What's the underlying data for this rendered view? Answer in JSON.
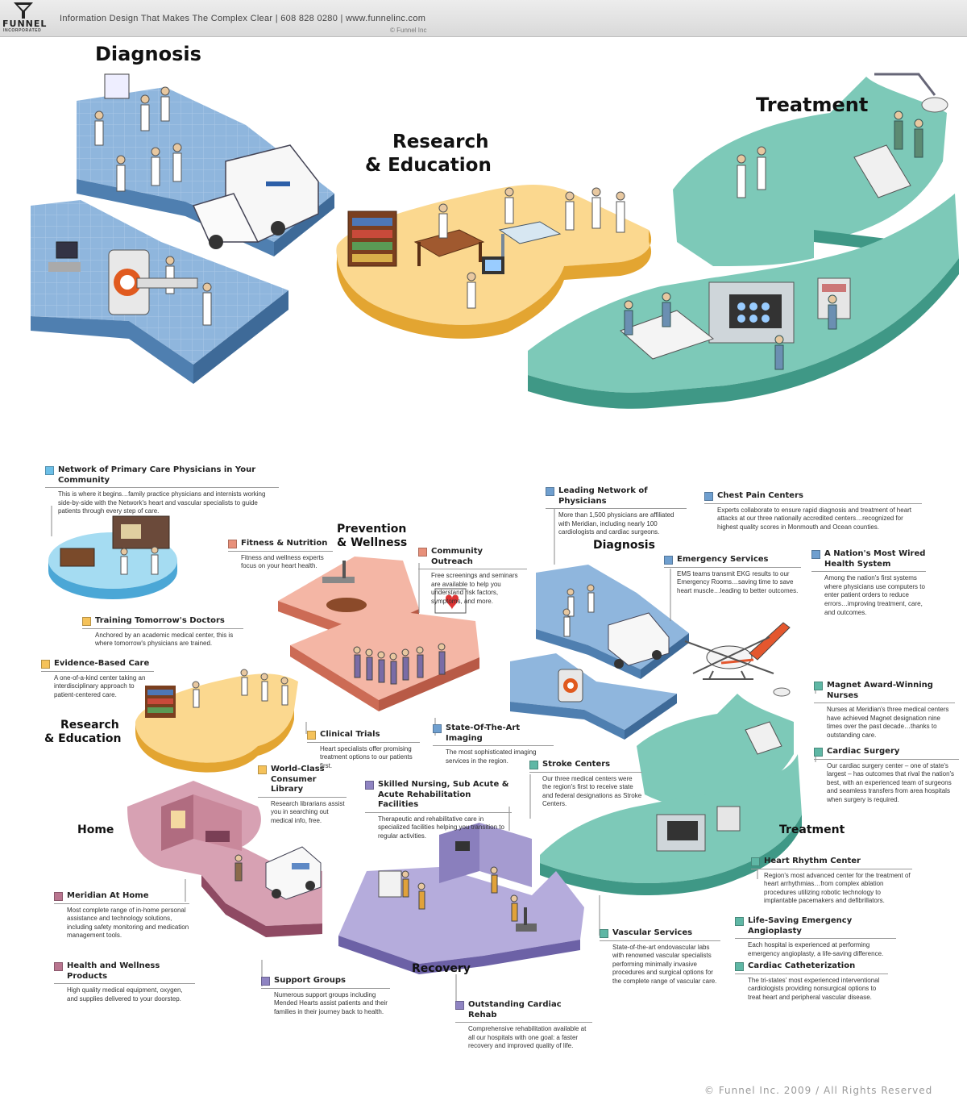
{
  "header": {
    "logo_word": "FUNNEL",
    "logo_sub": "INCORPORATED",
    "tagline": "Information Design That Makes The Complex Clear  |  608 828 0280  |  www.funnelinc.com",
    "copyright_small": "© Funnel Inc"
  },
  "top_titles": {
    "diagnosis": "Diagnosis",
    "research_line1": "Research",
    "research_line2": "& Education",
    "treatment": "Treatment"
  },
  "map_titles": {
    "prevention_line1": "Prevention",
    "prevention_line2": "& Wellness",
    "diagnosis": "Diagnosis",
    "research_line1": "Research",
    "research_line2": "& Education",
    "home": "Home",
    "recovery": "Recovery",
    "treatment": "Treatment"
  },
  "colors": {
    "diagnosis": "#6f9fcf",
    "research": "#f5c25a",
    "treatment": "#5fb7a5",
    "prevention": "#e8907a",
    "home": "#b9758f",
    "recovery": "#8f84c2",
    "primary_care": "#6cbfe7"
  },
  "callouts": {
    "primary_care": {
      "title": "Network of Primary Care Physicians in Your Community",
      "body": "This is where it begins…family practice physicians and internists working side-by-side with the Network's heart and vascular specialists to guide patients through every step of care."
    },
    "fitness": {
      "title": "Fitness & Nutrition",
      "body": "Fitness and wellness experts focus on your heart health."
    },
    "community": {
      "title": "Community Outreach",
      "body": "Free screenings and seminars are available to help you understand risk factors, symptoms, and more."
    },
    "leading_network": {
      "title": "Leading Network of Physicians",
      "body": "More than 1,500 physicians are affiliated with Meridian, including nearly 100 cardiologists and cardiac surgeons."
    },
    "chest_pain": {
      "title": "Chest Pain Centers",
      "body": "Experts collaborate to ensure rapid diagnosis and treatment of heart attacks at our three nationally accredited centers…recognized for highest quality scores in Monmouth and Ocean counties."
    },
    "emergency": {
      "title": "Emergency Services",
      "body": "EMS teams transmit EKG results to our Emergency Rooms…saving time to save heart muscle…leading to better outcomes."
    },
    "wired": {
      "title": "A Nation's Most Wired Health System",
      "body": "Among the nation's first systems where physicians use computers to enter patient orders to reduce errors…improving treatment, care, and outcomes."
    },
    "training": {
      "title": "Training Tomorrow's Doctors",
      "body": "Anchored by an academic medical center, this is where tomorrow's physicians are trained."
    },
    "evidence": {
      "title": "Evidence-Based Care",
      "body": "A one-of-a-kind center taking an interdisciplinary approach to patient-centered care."
    },
    "clinical": {
      "title": "Clinical Trials",
      "body": "Heart specialists offer promising treatment options to our patients first."
    },
    "imaging": {
      "title": "State-Of-The-Art Imaging",
      "body": "The most sophisticated imaging services in the region."
    },
    "magnet": {
      "title": "Magnet Award-Winning Nurses",
      "body": "Nurses at Meridian's three medical centers have achieved Magnet designation nine times over the past decade…thanks to outstanding care."
    },
    "cardiac_surgery": {
      "title": "Cardiac Surgery",
      "body": "Our cardiac surgery center – one of state's largest – has outcomes that rival the nation's best, with an experienced team of surgeons and seamless transfers from area hospitals when surgery is required."
    },
    "library": {
      "title": "World-Class Consumer Library",
      "body": "Research librarians assist you in searching out medical info, free."
    },
    "skilled": {
      "title": "Skilled Nursing, Sub Acute & Acute Rehabilitation Facilities",
      "body": "Therapeutic and rehabilitative care in specialized facilities helping you transition to regular activities."
    },
    "stroke": {
      "title": "Stroke Centers",
      "body": "Our three medical centers were the region's first to receive state and federal designations as Stroke Centers."
    },
    "heart_rhythm": {
      "title": "Heart Rhythm Center",
      "body": "Region's most advanced center for the treatment of heart arrhythmias…from complex ablation procedures utilizing robotic technology to implantable pacemakers and defibrillators."
    },
    "meridian_home": {
      "title": "Meridian At Home",
      "body": "Most complete range of in-home personal assistance and technology solutions, including safety monitoring and medication management tools."
    },
    "angioplasty": {
      "title": "Life-Saving Emergency Angioplasty",
      "body": "Each hospital is experienced at performing emergency angioplasty, a life-saving difference."
    },
    "vascular": {
      "title": "Vascular Services",
      "body": "State-of-the-art endovascular labs with renowned vascular specialists performing minimally invasive procedures and surgical options for the complete range of vascular care."
    },
    "wellness_products": {
      "title": "Health and Wellness Products",
      "body": "High quality medical equipment, oxygen, and supplies delivered to your doorstep."
    },
    "cath": {
      "title": "Cardiac Catheterization",
      "body": "The tri-states' most experienced interventional cardiologists providing nonsurgical options to treat heart and peripheral vascular disease."
    },
    "support": {
      "title": "Support Groups",
      "body": "Numerous support groups including Mended Hearts assist patients and their families in their journey back to health."
    },
    "rehab": {
      "title": "Outstanding Cardiac Rehab",
      "body": "Comprehensive rehabilitation available at all our hospitals with one goal: a faster recovery and improved quality of life."
    }
  },
  "footer": {
    "copyright": "© Funnel Inc. 2009 / All Rights Reserved"
  }
}
